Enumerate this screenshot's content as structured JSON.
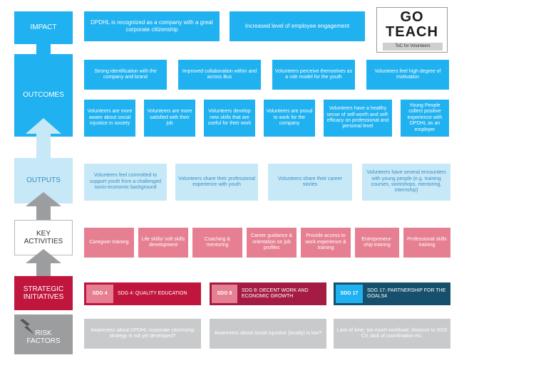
{
  "levels": {
    "impact": "IMPACT",
    "outcomes": "OUTCOMES",
    "outputs": "OUTPUTS",
    "activities_1": "KEY",
    "activities_2": "ACTIVITIES",
    "strategic_1": "STRATEGIC",
    "strategic_2": "INITIATIVES",
    "risk_1": "RISK",
    "risk_2": "FACTORS"
  },
  "impact": [
    "DPDHL is recognized as a company with a great corporate citizenship",
    "Increased level of employee engagement"
  ],
  "logo": {
    "line1": "GO",
    "line2": "TEACH",
    "caption": "ToC for Volunteers"
  },
  "outcomes_top": [
    "Strong identification with the company and brand",
    "Improved collaboration within and across Bus",
    "Volunteers perceive themselves as a role model for the youth",
    "Volunteers feel high degree of motivation"
  ],
  "outcomes_bottom": [
    "Volunteers are more aware about social injustice in society",
    "Volunteers are more satisfied with their job",
    "Volunteers develop new skills that are useful for their work",
    "Volunteers are proud to work for the company",
    "Volunteers have a healthy sense of self-worth and self-efficacy on professional and personal level",
    "Young People collect positive experience with DPDHL as an employer"
  ],
  "outputs": [
    "Volunteers feel committed to support youth from a challenged socio-economic background",
    "Volunteers share their professional experience with youth",
    "Volunteers share their career stories",
    "Volunteers have several encounters with young people (e.g. training courses, workshops, mentoring, internship)"
  ],
  "activities": [
    "Caregiver training",
    "Life skills/ soft skills development",
    "Coaching & mentoring",
    "Career guidance & orientation on job profiles",
    "Provide access to work experience & training",
    "Entrepreneur-ship training",
    "Professional skills training"
  ],
  "sdgs": [
    {
      "tag": "SDG 4",
      "text": "SDG 4: QUALITY EDUCATION"
    },
    {
      "tag": "SDG 8",
      "text": "SDG 8: DECENT WORK AND ECONOMIC GROWTH"
    },
    {
      "tag": "SDG 17",
      "text": "SDG 17: PARTNERSHIP FOR THE GOALS4"
    }
  ],
  "risks": [
    "Awareness about DPDHL corporate citizenship strategy is not yet developed?",
    "Awareness about social injustice (locally) is low?",
    "Lack of time; too much workload; distance to SOS CV, lack of coordination etc."
  ],
  "colors": {
    "impact_blue": "#1fb1f0",
    "output_light": "#c6e8f7",
    "activity_pink": "#e67f91",
    "strategic_crimson": "#c0163e",
    "sdg8_red": "#a51c43",
    "sdg17_navy": "#17506d",
    "risk_gray": "#9c9d9f"
  }
}
